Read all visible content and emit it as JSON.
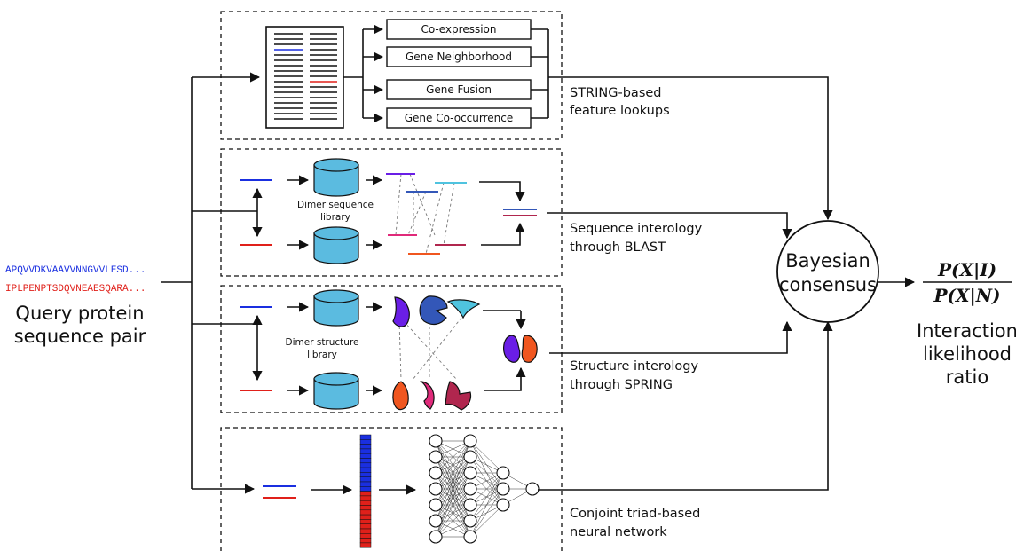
{
  "query": {
    "seq_a": "APQVVDKVAAVVNNGVVLESD...",
    "seq_b": "IPLPENPTSDQVNEAESQARA...",
    "label_line1": "Query protein",
    "label_line2": "sequence pair",
    "color_a": "#1a2fe0",
    "color_b": "#e0201a"
  },
  "string_panel": {
    "features": [
      "Co-expression",
      "Gene Neighborhood",
      "Gene Fusion",
      "Gene Co-occurrence"
    ],
    "label_line1": "STRING-based",
    "label_line2": "feature lookups"
  },
  "sequence_panel": {
    "library_line1": "Dimer sequence",
    "library_line2": "library",
    "label_line1": "Sequence interology",
    "label_line2": "through BLAST"
  },
  "structure_panel": {
    "library_line1": "Dimer structure",
    "library_line2": "library",
    "label_line1": "Structure interology",
    "label_line2": "through SPRING"
  },
  "network_panel": {
    "label_line1": "Conjoint triad-based",
    "label_line2": "neural network"
  },
  "consensus": {
    "line1": "Bayesian",
    "line2": "consensus"
  },
  "output": {
    "numerator": "P(X|I)",
    "denominator": "P(X|N)",
    "line1": "Interaction",
    "line2": "likelihood",
    "line3": "ratio"
  },
  "colors": {
    "database": "#5bbbe0",
    "blue": "#1a2fe0",
    "red": "#e0201a",
    "violet": "#6a1ee6",
    "navy": "#3357b8",
    "cyan": "#4fc3df",
    "orange": "#f0561f",
    "pink": "#e02a7a",
    "maroon": "#b0264e"
  }
}
